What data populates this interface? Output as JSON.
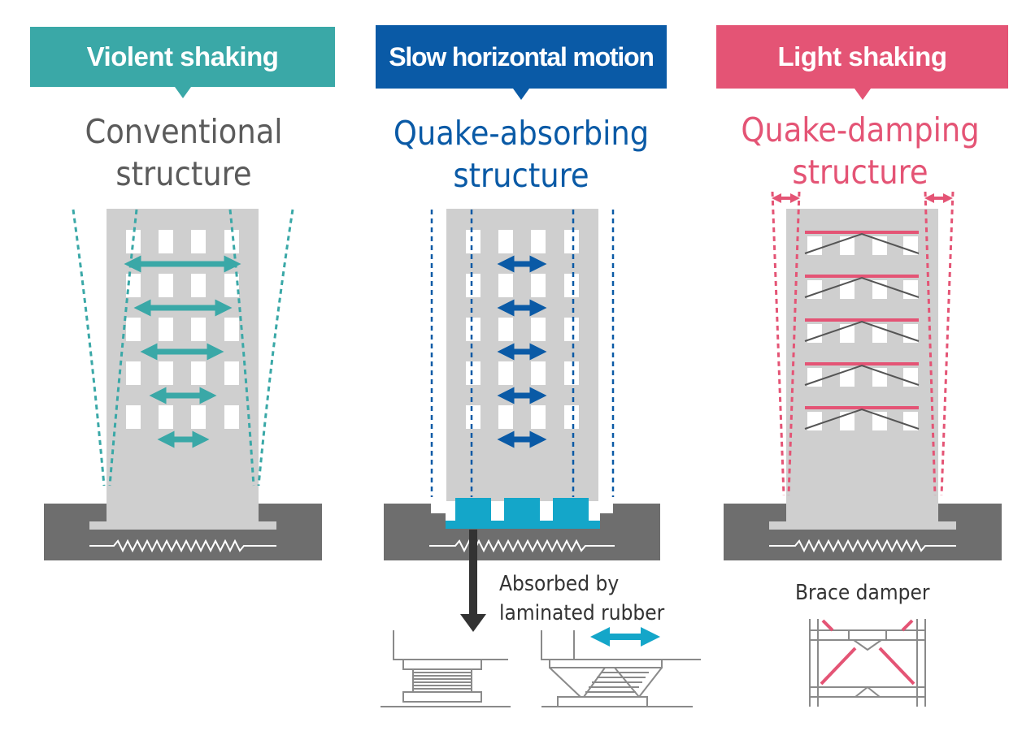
{
  "columns": [
    {
      "banner": "Violent shaking",
      "title_line1": "Conventional",
      "title_line2": "structure",
      "color": "#3aa8a7",
      "title_color": "#5b5b5b"
    },
    {
      "banner": "Slow horizontal motion",
      "title_line1": "Quake-absorbing",
      "title_line2": "structure",
      "color": "#0a5aa6",
      "caption_line1": "Absorbed by",
      "caption_line2": "laminated rubber",
      "accent": "#14a6c9"
    },
    {
      "banner": "Light shaking",
      "title_line1": "Quake-damping",
      "title_line2": "structure",
      "color": "#e45475",
      "caption": "Brace damper"
    }
  ],
  "colors": {
    "building": "#cfcfcf",
    "ground": "#6e6e6e",
    "window": "#ffffff",
    "line": "#555555"
  }
}
